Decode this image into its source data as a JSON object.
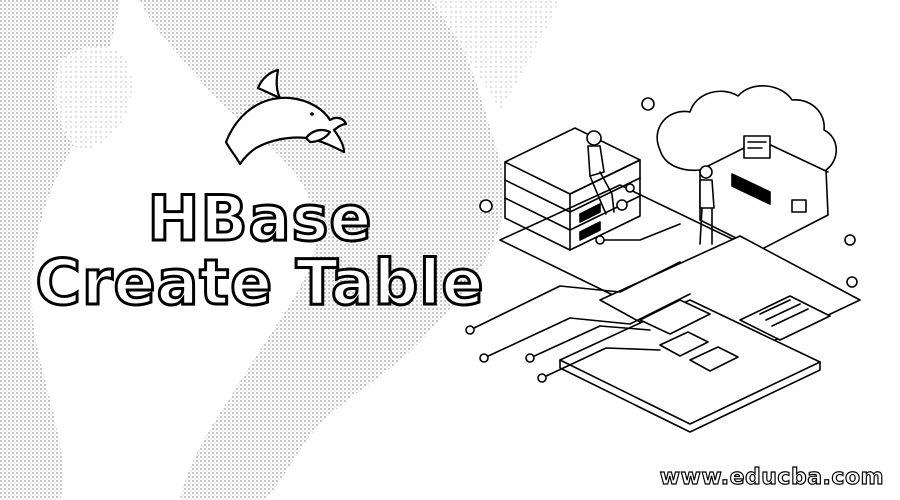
{
  "banner": {
    "title_line_1": "HBase",
    "title_line_2": "Create Table",
    "site_url": "www.educba.com"
  },
  "illustration": {
    "left": "dolphin-logo",
    "right": "isometric-server-cloud-network"
  },
  "colors": {
    "background": "#ffffff",
    "ink": "#000000",
    "stipple": "#bdbdbd"
  }
}
